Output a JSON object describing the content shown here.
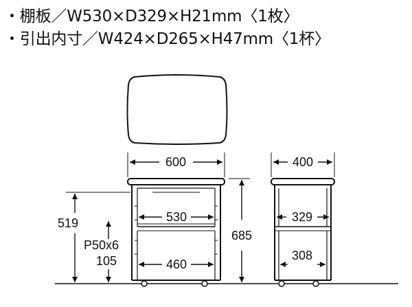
{
  "spec": {
    "shelf": "・棚板／W530×D329×H21mm〈1枚〉",
    "drawer": "・引出内寸／W424×D265×H47mm〈1杯〉"
  },
  "dimensions": {
    "front_width": "600",
    "side_depth": "400",
    "shelf_width": "530",
    "shelf_depth": "329",
    "drawer_width": "460",
    "drawer_depth": "308",
    "total_height": "685",
    "shelf_height": "519",
    "pitch_label": "P50x6",
    "pitch_base": "105"
  },
  "colors": {
    "line": "#111111",
    "background": "#ffffff"
  }
}
